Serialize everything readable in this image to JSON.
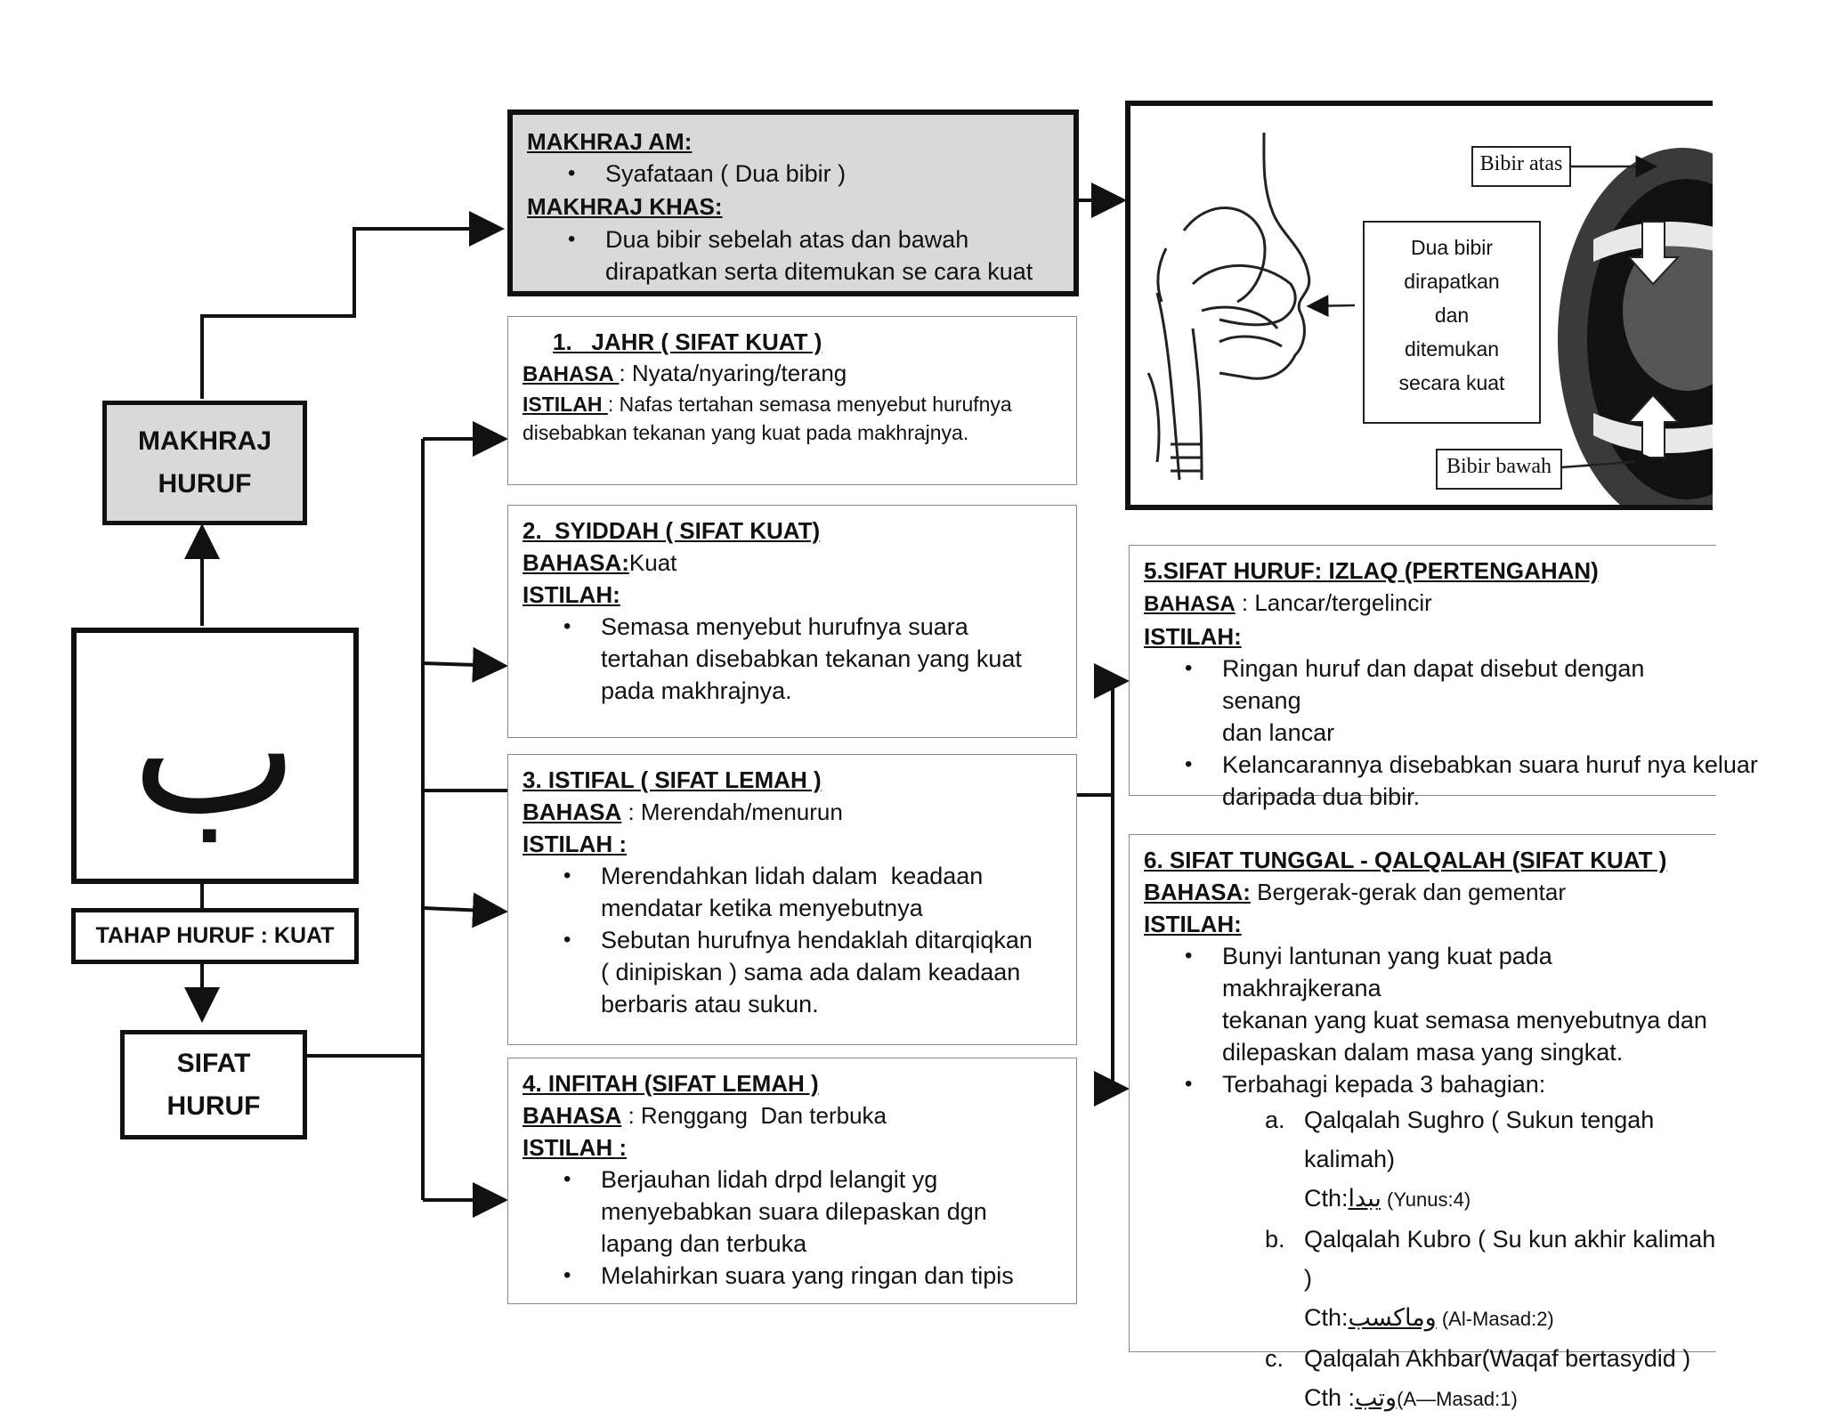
{
  "left": {
    "makhraj_huruf": [
      "MAKHRAJ",
      "HURUF"
    ],
    "letter": "ب",
    "tahap": "TAHAP HURUF : KUAT",
    "sifat_huruf": [
      "SIFAT",
      "HURUF"
    ]
  },
  "makhraj": {
    "am_label": "MAKHRAJ AM:",
    "am_item": "Syafataan ( Dua bibir )",
    "khas_label": "MAKHRAJ KHAS:",
    "khas_item": [
      "Dua bibir sebelah atas dan bawah",
      "dirapatkan serta ditemukan se cara kuat"
    ]
  },
  "figure": {
    "bibir_atas": "Bibir atas",
    "bibir_bawah": "Bibir bawah",
    "caption": [
      "Dua bibir",
      "dirapatkan",
      "dan",
      "ditemukan",
      "secara kuat"
    ]
  },
  "sifat": [
    {
      "title": "1.   JAHR ( SIFAT KUAT )",
      "bahasa_label": "BAHASA ",
      "bahasa": ": Nyata/nyaring/terang",
      "istilah_label": "ISTILAH ",
      "istilah_lines": [
        ": Nafas tertahan semasa menyebut hurufnya",
        "disebabkan tekanan yang kuat pada makhrajnya."
      ]
    },
    {
      "title": "2.  SYIDDAH ( SIFAT KUAT)",
      "bahasa_label": "BAHASA:",
      "bahasa": "Kuat",
      "istilah_label": "ISTILAH:",
      "items": [
        [
          "Semasa menyebut hurufnya suara",
          "tertahan disebabkan tekanan yang kuat",
          "pada makhrajnya."
        ]
      ]
    },
    {
      "title": "3. ISTIFAL ( SIFAT LEMAH )",
      "bahasa_label": "BAHASA",
      "bahasa": " : Merendah/menurun",
      "istilah_label": "ISTILAH :",
      "items": [
        [
          "Merendahkan lidah dalam  keadaan",
          "mendatar ketika menyebutnya"
        ],
        [
          "Sebutan hurufnya hendaklah ditarqiqkan",
          "( dinipiskan ) sama ada dalam keadaan",
          "berbaris atau sukun."
        ]
      ]
    },
    {
      "title": "4. INFITAH (SIFAT LEMAH )",
      "bahasa_label": "BAHASA",
      "bahasa": " : Renggang  Dan terbuka",
      "istilah_label": "ISTILAH :",
      "items": [
        [
          "Berjauhan lidah drpd lelangit yg",
          "menyebabkan suara dilepaskan dgn",
          "lapang dan terbuka"
        ],
        [
          "Melahirkan suara yang ringan dan tipis"
        ]
      ]
    },
    {
      "title": "5.SIFAT HURUF: IZLAQ (PERTENGAHAN)",
      "bahasa_label": "BAHASA",
      "bahasa": " : Lancar/tergelincir",
      "istilah_label": "ISTILAH:",
      "items": [
        [
          "Ringan huruf dan dapat disebut dengan senang",
          "dan lancar"
        ],
        [
          "Kelancarannya disebabkan suara huruf nya keluar",
          "daripada dua bibir."
        ]
      ]
    },
    {
      "title": "6. SIFAT TUNGGAL - QALQALAH (SIFAT KUAT )",
      "bahasa_label": "BAHASA:",
      "bahasa": " Bergerak-gerak dan gementar",
      "istilah_label": "ISTILAH:",
      "items": [
        [
          "Bunyi lantunan yang kuat pada makhrajkerana",
          "tekanan yang kuat semasa menyebutnya dan",
          "dilepaskan dalam masa yang singkat."
        ],
        [
          "Terbahagi kepada 3 bahagian:"
        ]
      ],
      "sub": [
        {
          "mark": "a.",
          "text": "Qalqalah Sughro ( Sukun tengah kalimah)",
          "cth": "Cth:",
          "arabic": "يبدا",
          "ref": " (Yunus:4)"
        },
        {
          "mark": "b.",
          "text": "Qalqalah Kubro ( Su kun akhir kalimah )",
          "cth": "Cth:",
          "arabic": "وماكسب",
          "ref": " (Al-Masad:2)"
        },
        {
          "mark": "c.",
          "text": "Qalqalah Akhbar(Waqaf bertasydid )",
          "cth": "Cth :",
          "arabic": "وتب",
          "ref": "(A—Masad:1)"
        }
      ]
    }
  ]
}
